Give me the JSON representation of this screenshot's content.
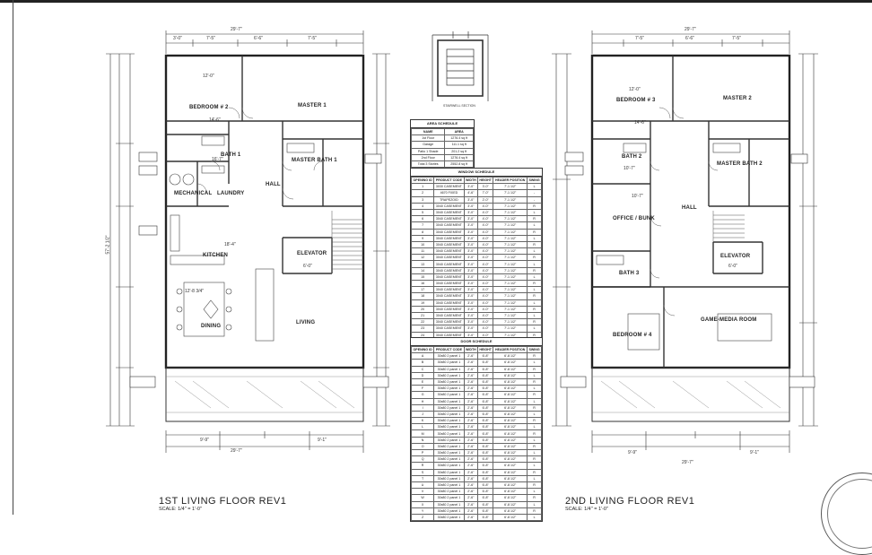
{
  "plan1": {
    "title": "1ST LIVING FLOOR REV1",
    "scale": "SCALE: 1/4\" = 1'-0\"",
    "overall_top": "29'-7\"",
    "overall_bottom": "29'-7\"",
    "overall_side": "57'-2 1/2\"",
    "rooms": {
      "bedroom": "BEDROOM # 2",
      "master": "MASTER 1",
      "bath": "BATH 1",
      "master_bath": "MASTER BATH 1",
      "mechanical": "MECHANICAL",
      "laundry": "LAUNDRY",
      "hall": "HALL",
      "kitchen": "KITCHEN",
      "elevator": "ELEVATOR",
      "dining": "DINING",
      "living": "LIVING"
    },
    "dims": {
      "d1": "7'-5\"",
      "d2": "6'-6\"",
      "d3": "7'-5\"",
      "d4": "3'-0\"",
      "d5": "12'-0\"",
      "d6": "14'-6\"",
      "d7": "16'-7\"",
      "d8": "18'-4\"",
      "d9": "6'-0\"",
      "d10": "12'-8 3/4\"",
      "d11": "9'-9\"",
      "d12": "9'-1\""
    }
  },
  "plan2": {
    "title": "2ND LIVING FLOOR REV1",
    "scale": "SCALE: 1/4\" = 1'-0\"",
    "overall_top": "29'-7\"",
    "overall_bottom": "29'-7\"",
    "rooms": {
      "bedroom3": "BEDROOM # 3",
      "master2": "MASTER 2",
      "bath2": "BATH 2",
      "master_bath2": "MASTER BATH 2",
      "office": "OFFICE / BUNK",
      "hall": "HALL",
      "bath3": "BATH 3",
      "elevator": "ELEVATOR",
      "bedroom4": "BEDROOM # 4",
      "game": "GAME-MEDIA ROOM"
    },
    "dims": {
      "d1": "7'-5\"",
      "d2": "6'-6\"",
      "d3": "7'-5\"",
      "d4": "12'-0\"",
      "d5": "14'-6\"",
      "d6": "10'-7\"",
      "d7": "10'-7\"",
      "d8": "6'-0\"",
      "d9": "9'-9\"",
      "d10": "9'-1\""
    }
  },
  "area_schedule": {
    "title": "AREA SCHEDULE",
    "headers": [
      "NAME",
      "AREA"
    ],
    "rows": [
      [
        "1st Floor",
        "1276.4 sq ft"
      ],
      [
        "Garage",
        "111.1 sq ft"
      ],
      [
        "Patio 1 Shade",
        "201.2 sq ft"
      ],
      [
        "2nd Floor",
        "1276.4 sq ft"
      ],
      [
        "Total 3 Stories",
        "2552.8 sq ft"
      ]
    ]
  },
  "window_schedule": {
    "title": "WINDOW SCHEDULE",
    "headers": [
      "OPENING ID",
      "PRODUCT CODE",
      "WIDTH",
      "HEIGHT",
      "HEADER POSITION",
      "SWING"
    ],
    "rows": [
      [
        "1",
        "3030 CASEMENT",
        "3'-0\"",
        "3'-0\"",
        "7'-1 1/2\"",
        "L"
      ],
      [
        "2",
        "4670 FIXED",
        "4'-6\"",
        "7'-0\"",
        "7'-1 1/2\"",
        "-"
      ],
      [
        "3",
        "TRAPEZOID",
        "3'-0\"",
        "2'-0\"",
        "7'-1 1/2\"",
        "-"
      ],
      [
        "4",
        "3040 CASEMENT",
        "3'-0\"",
        "4'-0\"",
        "7'-1 1/2\"",
        "R"
      ],
      [
        "5",
        "3040 CASEMENT",
        "3'-0\"",
        "4'-0\"",
        "7'-1 1/2\"",
        "L"
      ],
      [
        "6",
        "3040 CASEMENT",
        "3'-0\"",
        "4'-0\"",
        "7'-1 1/2\"",
        "R"
      ],
      [
        "7",
        "3040 CASEMENT",
        "3'-0\"",
        "4'-0\"",
        "7'-1 1/2\"",
        "L"
      ],
      [
        "8",
        "3040 CASEMENT",
        "3'-0\"",
        "4'-0\"",
        "7'-1 1/2\"",
        "R"
      ],
      [
        "9",
        "3040 CASEMENT",
        "3'-0\"",
        "4'-0\"",
        "7'-1 1/2\"",
        "L"
      ],
      [
        "10",
        "3040 CASEMENT",
        "3'-0\"",
        "4'-0\"",
        "7'-1 1/2\"",
        "R"
      ],
      [
        "11",
        "3040 CASEMENT",
        "3'-0\"",
        "4'-0\"",
        "7'-1 1/2\"",
        "L"
      ],
      [
        "12",
        "3040 CASEMENT",
        "3'-0\"",
        "4'-0\"",
        "7'-1 1/2\"",
        "R"
      ],
      [
        "13",
        "3040 CASEMENT",
        "3'-0\"",
        "4'-0\"",
        "7'-1 1/2\"",
        "L"
      ],
      [
        "14",
        "3040 CASEMENT",
        "3'-0\"",
        "4'-0\"",
        "7'-1 1/2\"",
        "R"
      ],
      [
        "15",
        "3040 CASEMENT",
        "3'-0\"",
        "4'-0\"",
        "7'-1 1/2\"",
        "L"
      ],
      [
        "16",
        "3040 CASEMENT",
        "3'-0\"",
        "4'-0\"",
        "7'-1 1/2\"",
        "R"
      ],
      [
        "17",
        "3040 CASEMENT",
        "3'-0\"",
        "4'-0\"",
        "7'-1 1/2\"",
        "L"
      ],
      [
        "18",
        "3040 CASEMENT",
        "3'-0\"",
        "4'-0\"",
        "7'-1 1/2\"",
        "R"
      ],
      [
        "19",
        "3040 CASEMENT",
        "3'-0\"",
        "4'-0\"",
        "7'-1 1/2\"",
        "L"
      ],
      [
        "20",
        "3040 CASEMENT",
        "3'-0\"",
        "4'-0\"",
        "7'-1 1/2\"",
        "R"
      ],
      [
        "21",
        "3040 CASEMENT",
        "3'-0\"",
        "4'-0\"",
        "7'-1 1/2\"",
        "L"
      ],
      [
        "22",
        "3040 CASEMENT",
        "3'-0\"",
        "4'-0\"",
        "7'-1 1/2\"",
        "R"
      ],
      [
        "23",
        "3040 CASEMENT",
        "3'-0\"",
        "4'-0\"",
        "7'-1 1/2\"",
        "L"
      ],
      [
        "24",
        "3040 CASEMENT",
        "3'-0\"",
        "4'-0\"",
        "7'-1 1/2\"",
        "R"
      ]
    ]
  },
  "door_schedule": {
    "title": "DOOR SCHEDULE",
    "headers": [
      "OPENING ID",
      "PRODUCT CODE",
      "WIDTH",
      "HEIGHT",
      "HEADER POSITION",
      "SWING"
    ],
    "rows": [
      [
        "A",
        "30x80 2 panel 1",
        "2'-6\"",
        "6'-8\"",
        "6'-8 1/2\"",
        "R"
      ],
      [
        "B",
        "30x80 2 panel 1",
        "2'-6\"",
        "6'-8\"",
        "6'-8 1/2\"",
        "L"
      ],
      [
        "C",
        "30x80 2 panel 1",
        "2'-6\"",
        "6'-8\"",
        "6'-8 1/2\"",
        "R"
      ],
      [
        "D",
        "30x80 2 panel 1",
        "2'-6\"",
        "6'-8\"",
        "6'-8 1/2\"",
        "L"
      ],
      [
        "E",
        "30x80 2 panel 1",
        "2'-6\"",
        "6'-8\"",
        "6'-8 1/2\"",
        "R"
      ],
      [
        "F",
        "30x80 2 panel 1",
        "2'-6\"",
        "6'-8\"",
        "6'-8 1/2\"",
        "L"
      ],
      [
        "G",
        "30x80 2 panel 1",
        "2'-6\"",
        "6'-8\"",
        "6'-8 1/2\"",
        "R"
      ],
      [
        "H",
        "30x80 2 panel 1",
        "2'-6\"",
        "6'-8\"",
        "6'-8 1/2\"",
        "L"
      ],
      [
        "I",
        "30x80 2 panel 1",
        "2'-6\"",
        "6'-8\"",
        "6'-8 1/2\"",
        "R"
      ],
      [
        "J",
        "30x80 2 panel 1",
        "2'-6\"",
        "6'-8\"",
        "6'-8 1/2\"",
        "L"
      ],
      [
        "K",
        "30x80 2 panel 1",
        "2'-6\"",
        "6'-8\"",
        "6'-8 1/2\"",
        "R"
      ],
      [
        "L",
        "30x80 2 panel 1",
        "2'-6\"",
        "6'-8\"",
        "6'-8 1/2\"",
        "L"
      ],
      [
        "M",
        "30x80 2 panel 1",
        "2'-6\"",
        "6'-8\"",
        "6'-8 1/2\"",
        "R"
      ],
      [
        "N",
        "30x80 2 panel 1",
        "2'-6\"",
        "6'-8\"",
        "6'-8 1/2\"",
        "L"
      ],
      [
        "O",
        "30x80 2 panel 1",
        "2'-6\"",
        "6'-8\"",
        "6'-8 1/2\"",
        "R"
      ],
      [
        "P",
        "30x80 2 panel 1",
        "2'-6\"",
        "6'-8\"",
        "6'-8 1/2\"",
        "L"
      ],
      [
        "Q",
        "30x80 2 panel 1",
        "2'-6\"",
        "6'-8\"",
        "6'-8 1/2\"",
        "R"
      ],
      [
        "R",
        "30x80 2 panel 1",
        "2'-6\"",
        "6'-8\"",
        "6'-8 1/2\"",
        "L"
      ],
      [
        "S",
        "30x80 2 panel 1",
        "2'-6\"",
        "6'-8\"",
        "6'-8 1/2\"",
        "R"
      ],
      [
        "T",
        "30x80 2 panel 1",
        "2'-6\"",
        "6'-8\"",
        "6'-8 1/2\"",
        "L"
      ],
      [
        "U",
        "30x80 2 panel 1",
        "2'-6\"",
        "6'-8\"",
        "6'-8 1/2\"",
        "R"
      ],
      [
        "V",
        "30x80 2 panel 1",
        "2'-6\"",
        "6'-8\"",
        "6'-8 1/2\"",
        "L"
      ],
      [
        "W",
        "30x80 2 panel 1",
        "2'-6\"",
        "6'-8\"",
        "6'-8 1/2\"",
        "R"
      ],
      [
        "X",
        "30x80 2 panel 1",
        "2'-6\"",
        "6'-8\"",
        "6'-8 1/2\"",
        "L"
      ],
      [
        "Y",
        "30x80 2 panel 1",
        "2'-6\"",
        "6'-8\"",
        "6'-8 1/2\"",
        "R"
      ],
      [
        "Z",
        "30x80 2 panel 1",
        "2'-6\"",
        "6'-8\"",
        "6'-8 1/2\"",
        "L"
      ]
    ]
  },
  "stairwell_label": "STAIRWELL SECTION"
}
